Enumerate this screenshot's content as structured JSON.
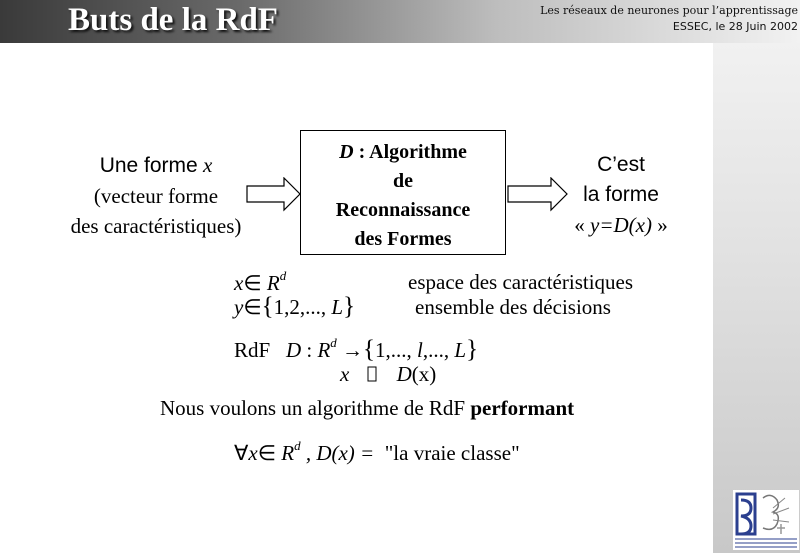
{
  "header": {
    "title": "Buts de la RdF",
    "course": "Les réseaux de neurones pour l’apprentissage",
    "venue_date": "ESSEC, le 28 Juin 2002"
  },
  "diagram": {
    "input": {
      "line1": "Une forme",
      "var": "x",
      "line2": "(vecteur forme",
      "line3": "des caractéristiques)"
    },
    "box": {
      "d": "D",
      "line1": " : Algorithme",
      "line2": "de",
      "line3": "Reconnaissance",
      "line4": "des Formes"
    },
    "output": {
      "line1": "C’est",
      "line2": "la forme",
      "lq": "« ",
      "expr": "y=D(x)",
      "rq": " »"
    }
  },
  "math": {
    "x": "x",
    "in": "∈",
    "R": "R",
    "d": "d",
    "y": "y",
    "set1": "1,2,..., ",
    "L": "L",
    "feature_space": "espace des caractéristiques",
    "decision_set": "ensemble des décisions",
    "rdf": "RdF",
    "D": "D",
    "colon": " : ",
    "arrow": "→",
    "set2": "1,..., ",
    "l": "l",
    "set2b": ",..., ",
    "mapsto": "",
    "Dx": "D",
    "paren_x": "(x)",
    "sentence_start": "Nous voulons un algorithme de RdF ",
    "sentence_bold": "performant",
    "forall": "∀",
    "Dxeq": ", D(x) =",
    "true_class": "\"la vraie classe\""
  },
  "colors": {
    "header_dark": "#3a3a3a",
    "header_light": "#f2f2f2",
    "title": "#ffffff",
    "sidebar": "#d0d0d0",
    "logo_blue": "#2b3f8f"
  },
  "icons": {
    "logo": "psi-logo-icon"
  }
}
